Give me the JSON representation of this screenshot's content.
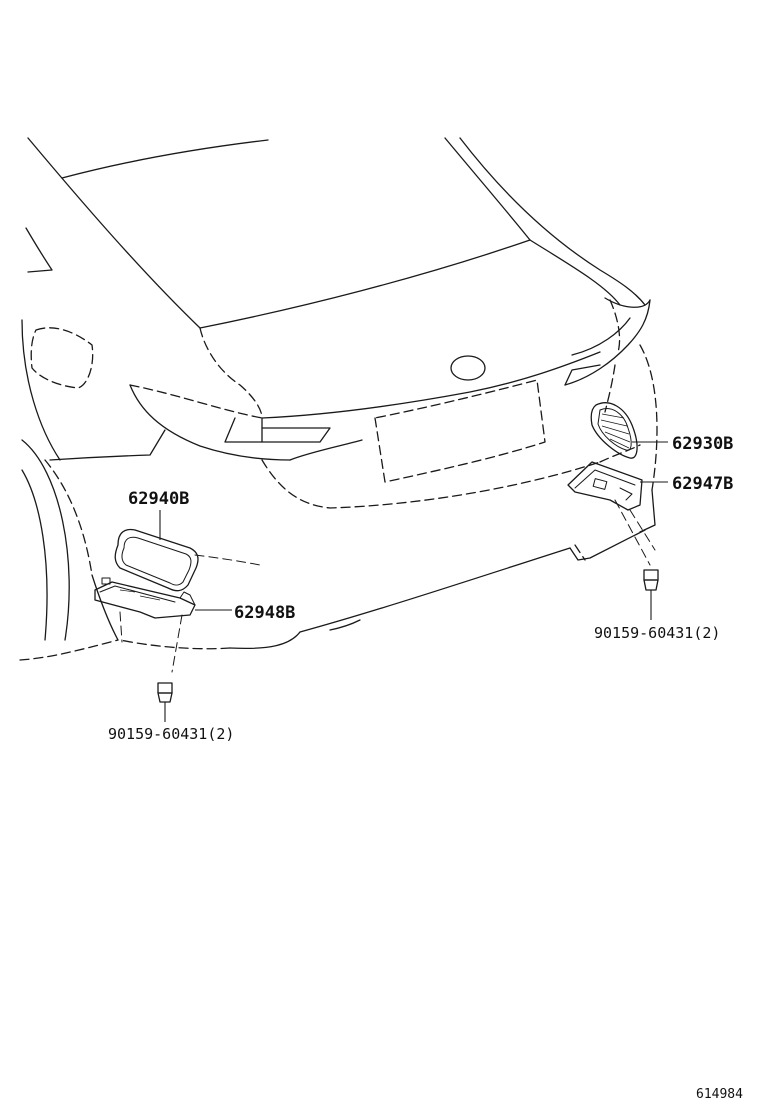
{
  "labels": {
    "part_62930": "62930B",
    "part_62947": "62947B",
    "part_62940": "62940B",
    "part_62948": "62948B",
    "bolt_right": "90159-60431(2)",
    "bolt_left": "90159-60431(2)"
  },
  "illustration_id": "614984"
}
